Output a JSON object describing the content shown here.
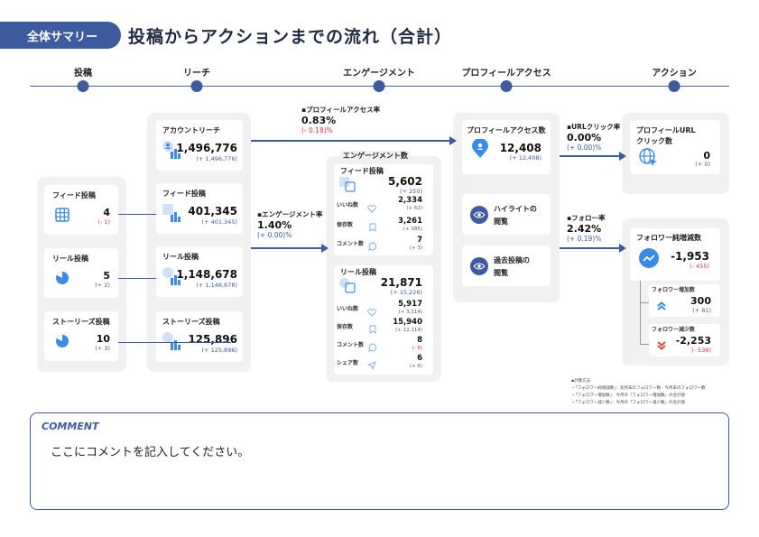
{
  "header": {
    "tag": "全体サマリー",
    "title": "投稿からアクションまでの流れ（合計）"
  },
  "stages": [
    "投稿",
    "リーチ",
    "エンゲージメント",
    "プロフィールアクセス",
    "アクション"
  ],
  "posts": {
    "feed": {
      "label": "フィード投稿",
      "value": "4",
      "delta": "(- 1)"
    },
    "reel": {
      "label": "リール投稿",
      "value": "5",
      "delta": "(+ 2)"
    },
    "story": {
      "label": "ストーリーズ投稿",
      "value": "10",
      "delta": "(+ 3)"
    }
  },
  "reach": {
    "account": {
      "label": "アカウントリーチ",
      "value": "1,496,776",
      "delta": "(+ 1,496,776)"
    },
    "feed": {
      "label": "フィード投稿",
      "value": "401,345",
      "delta": "(+ 401,345)"
    },
    "reel": {
      "label": "リール投稿",
      "value": "1,148,678",
      "delta": "(+ 1,148,678)"
    },
    "story": {
      "label": "ストーリーズ投稿",
      "value": "125,896",
      "delta": "(+ 125,896)"
    }
  },
  "rates": {
    "profile_access": {
      "label": "プロフィールアクセス率",
      "value": "0.83%",
      "delta": "(- 0.18)%"
    },
    "engagement": {
      "label": "エンゲージメント率",
      "value": "1.40%",
      "delta": "(+ 0.00)%"
    },
    "url_click": {
      "label": "URLクリック率",
      "value": "0.00%",
      "delta": "(+ 0.00)%"
    },
    "follow": {
      "label": "フォロー率",
      "value": "2.42%",
      "delta": "(+ 0.19)%"
    }
  },
  "engagement": {
    "title": "エンゲージメント数",
    "feed": {
      "label": "フィード投稿",
      "value": "5,602",
      "delta": "(+ 250)",
      "rows": [
        {
          "label": "いいね数",
          "value": "2,334",
          "delta": "(+ 62)"
        },
        {
          "label": "保存数",
          "value": "3,261",
          "delta": "(+ 185)"
        },
        {
          "label": "コメント数",
          "value": "7",
          "delta": "(+ 3)"
        }
      ]
    },
    "reel": {
      "label": "リール投稿",
      "value": "21,871",
      "delta": "(+ 15,226)",
      "rows": [
        {
          "label": "いいね数",
          "value": "5,917",
          "delta": "(+ 3,114)"
        },
        {
          "label": "保存数",
          "value": "15,940",
          "delta": "(+ 12,114)"
        },
        {
          "label": "コメント数",
          "value": "8",
          "delta": "(- 8)"
        },
        {
          "label": "シェア数",
          "value": "6",
          "delta": "(+ 6)"
        }
      ]
    }
  },
  "profile": {
    "access": {
      "label": "プロフィールアクセス数",
      "value": "12,408",
      "delta": "(+ 12,408)"
    },
    "highlight": {
      "label1": "ハイライトの",
      "label2": "閲覧"
    },
    "past_posts": {
      "label1": "過去投稿の",
      "label2": "閲覧"
    }
  },
  "action": {
    "url_click": {
      "label1": "プロフィールURL",
      "label2": "クリック数",
      "value": "0",
      "delta": "(+ 0)"
    },
    "follower_net": {
      "label": "フォロワー純増減数",
      "value": "-1,953",
      "delta": "(- 455)"
    },
    "follower_inc": {
      "label": "フォロワー増加数",
      "value": "300",
      "delta": "(+ 81)"
    },
    "follower_dec": {
      "label": "フォロワー減少数",
      "value": "-2,253",
      "delta": "(- 536)"
    }
  },
  "notes": {
    "title": "計算方法",
    "lines": [
      "・「フォロワー純増減数」：先月末のフォロワー数 - 今月末のフォロワー数",
      "・「フォロワー増加数」：今月の「フォロワー増加数」の合計値",
      "・「フォロワー減少数」：今月の「フォロワー減少数」の合計値"
    ]
  },
  "comment": {
    "title": "COMMENT",
    "text": "ここにコメントを記入してください。"
  },
  "colors": {
    "accent": "#3f5ba0",
    "icon_blue": "#3a8be6",
    "negative": "#dd3333",
    "panel": "#f1f1f1"
  }
}
